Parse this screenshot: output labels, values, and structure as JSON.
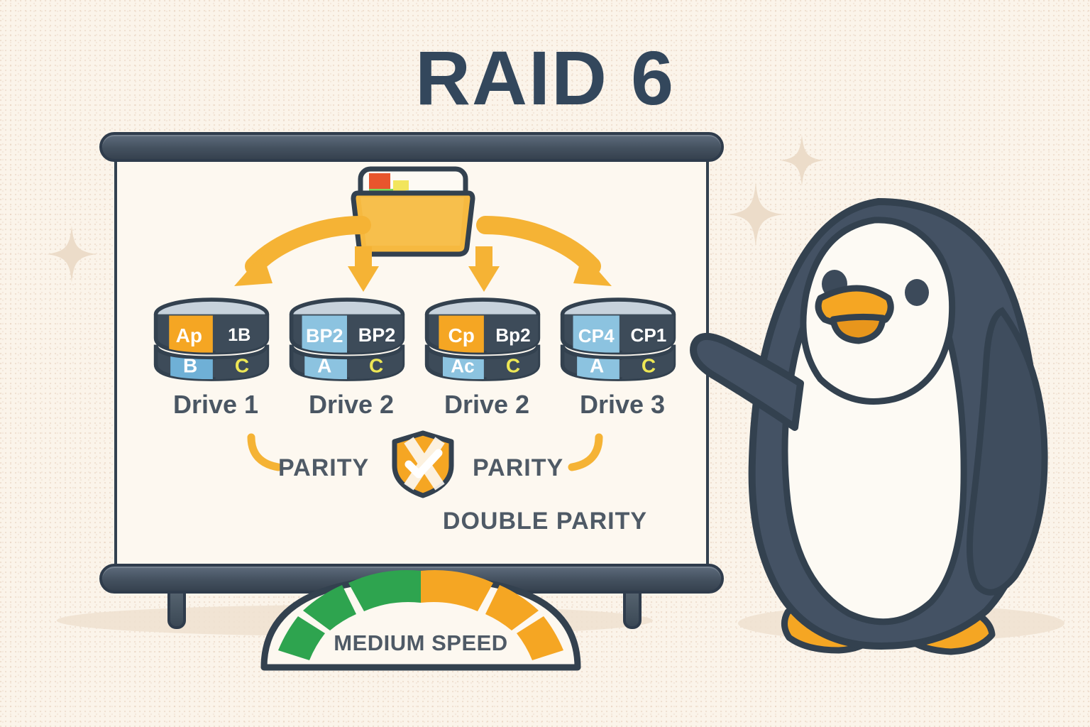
{
  "page": {
    "title": "RAID 6",
    "background_color": "#fbf4ea",
    "ink_color": "#33414f",
    "accent_orange": "#f5a623",
    "accent_blue": "#7fb6d9",
    "accent_green": "#2ea44f",
    "accent_yellow": "#f2e55c"
  },
  "board": {
    "folder": {
      "icon": "folder-with-documents-icon",
      "body_color": "#f6b940",
      "tab_colors": [
        "#e8552d",
        "#7ed957",
        "#9b59d0",
        "#5aa9e6",
        "#c0389e",
        "#ffffff"
      ]
    },
    "arrows": {
      "icon": "distribute-arrows-icon",
      "color": "#f5b335",
      "count": 4,
      "kinds": [
        "curved-left",
        "straight-left",
        "straight-right",
        "curved-right"
      ]
    },
    "drives": [
      {
        "label": "Drive 1",
        "top_cells": [
          {
            "text": "Ap",
            "fill": "#f5a623",
            "text_color": "#ffffff"
          },
          {
            "text": "1B",
            "fill": "#3d4b59",
            "text_color": "#ffffff"
          }
        ],
        "bottom_cells": [
          {
            "text": "B",
            "fill": "#6fb0d6",
            "text_color": "#ffffff"
          },
          {
            "text": "C",
            "fill": "#3d4b59",
            "text_color": "#eee755"
          }
        ]
      },
      {
        "label": "Drive 2",
        "top_cells": [
          {
            "text": "BP2",
            "fill": "#8cc3e0",
            "text_color": "#ffffff"
          },
          {
            "text": "BP2",
            "fill": "#3d4b59",
            "text_color": "#ffffff"
          }
        ],
        "bottom_cells": [
          {
            "text": "A",
            "fill": "#8cc3e0",
            "text_color": "#ffffff"
          },
          {
            "text": "C",
            "fill": "#3d4b59",
            "text_color": "#eee755"
          }
        ]
      },
      {
        "label": "Drive 2",
        "top_cells": [
          {
            "text": "Cp",
            "fill": "#f5a623",
            "text_color": "#ffffff"
          },
          {
            "text": "Bp2",
            "fill": "#3d4b59",
            "text_color": "#ffffff"
          }
        ],
        "bottom_cells": [
          {
            "text": "Ac",
            "fill": "#8cc3e0",
            "text_color": "#ffffff"
          },
          {
            "text": "C",
            "fill": "#3d4b59",
            "text_color": "#eee755"
          }
        ]
      },
      {
        "label": "Drive 3",
        "top_cells": [
          {
            "text": "CP4",
            "fill": "#8cc3e0",
            "text_color": "#ffffff"
          },
          {
            "text": "CP1",
            "fill": "#3d4b59",
            "text_color": "#ffffff"
          }
        ],
        "bottom_cells": [
          {
            "text": "A",
            "fill": "#8cc3e0",
            "text_color": "#ffffff"
          },
          {
            "text": "C",
            "fill": "#3d4b59",
            "text_color": "#eee755"
          }
        ]
      }
    ],
    "parity": {
      "left_label": "PARITY",
      "right_label": "PARITY",
      "caption": "DOUBLE PARITY",
      "shield_icon": "shield-check-icon",
      "shield_fill": "#f5a623"
    }
  },
  "gauge": {
    "label": "MEDIUM SPEED",
    "segment_count": 6,
    "filled_green": 3,
    "filled_orange": 3,
    "green_color": "#2ea44f",
    "orange_color": "#f5a623",
    "chart_like": true
  },
  "mascot": {
    "name": "penguin-mascot",
    "body_color": "#445264",
    "belly_color": "#fdfaf4",
    "beak_color": "#f5a623",
    "feet_color": "#f5a623",
    "pose": "pointing-at-board"
  },
  "decor": {
    "sparkle_icon": "four-point-sparkle-icon",
    "sparkle_color": "#eadbc8",
    "sparkle_count": 3
  }
}
